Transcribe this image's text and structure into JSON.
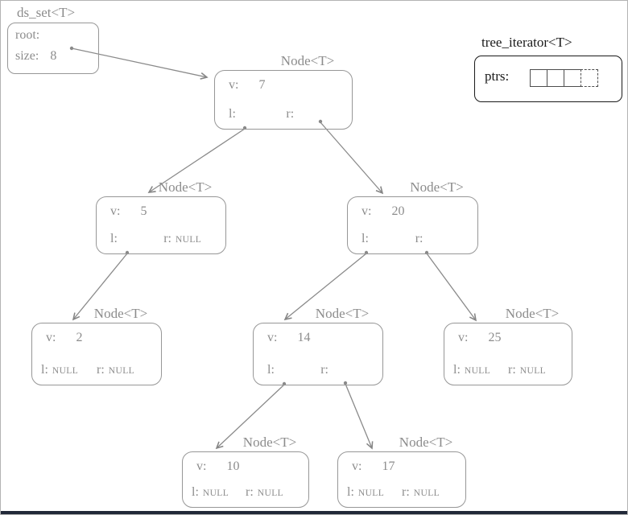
{
  "colors": {
    "gray": "#8c8c8c",
    "black": "#1a1a1a",
    "arrow": "#8a8a8a"
  },
  "ds_set": {
    "title": "ds_set<T>",
    "root_label": "root:",
    "size_label": "size:",
    "size_value": "8"
  },
  "iterator": {
    "title": "tree_iterator<T>",
    "ptrs_label": "ptrs:",
    "cell_count": 4
  },
  "nodes": [
    {
      "title": "Node<T>",
      "v_label": "v:",
      "v": "7",
      "l_label": "l:",
      "l_value": "",
      "r_label": "r:",
      "r_value": ""
    },
    {
      "title": "Node<T>",
      "v_label": "v:",
      "v": "5",
      "l_label": "l:",
      "l_value": "",
      "r_label": "r:",
      "r_value": "NULL"
    },
    {
      "title": "Node<T>",
      "v_label": "v:",
      "v": "20",
      "l_label": "l:",
      "l_value": "",
      "r_label": "r:",
      "r_value": ""
    },
    {
      "title": "Node<T>",
      "v_label": "v:",
      "v": "2",
      "l_label": "l:",
      "l_value": "NULL",
      "r_label": "r:",
      "r_value": "NULL"
    },
    {
      "title": "Node<T>",
      "v_label": "v:",
      "v": "14",
      "l_label": "l:",
      "l_value": "",
      "r_label": "r:",
      "r_value": ""
    },
    {
      "title": "Node<T>",
      "v_label": "v:",
      "v": "25",
      "l_label": "l:",
      "l_value": "NULL",
      "r_label": "r:",
      "r_value": "NULL"
    },
    {
      "title": "Node<T>",
      "v_label": "v:",
      "v": "10",
      "l_label": "l:",
      "l_value": "NULL",
      "r_label": "r:",
      "r_value": "NULL"
    },
    {
      "title": "Node<T>",
      "v_label": "v:",
      "v": "17",
      "l_label": "l:",
      "l_value": "NULL",
      "r_label": "r:",
      "r_value": "NULL"
    }
  ],
  "edges": [
    {
      "from": "root",
      "to": "7"
    },
    {
      "from": "7.l",
      "to": "5"
    },
    {
      "from": "7.r",
      "to": "20"
    },
    {
      "from": "5.l",
      "to": "2"
    },
    {
      "from": "20.l",
      "to": "14"
    },
    {
      "from": "20.r",
      "to": "25"
    },
    {
      "from": "14.l",
      "to": "10"
    },
    {
      "from": "14.r",
      "to": "17"
    }
  ]
}
